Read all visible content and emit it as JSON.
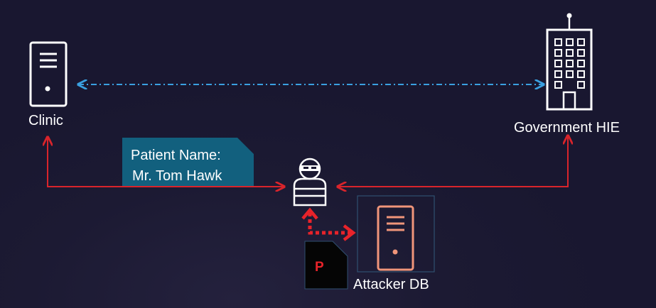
{
  "nodes": {
    "clinic": {
      "label": "Clinic",
      "icon": "server-icon"
    },
    "government": {
      "label": "Government HIE",
      "icon": "government-building-icon"
    },
    "attacker": {
      "icon": "hacker-icon"
    },
    "attacker_db": {
      "label": "Attacker DB",
      "icon": "server-icon"
    }
  },
  "packet": {
    "line1": "Patient Name:",
    "line2": "Mr. Tom Hawk"
  },
  "stolen_file": {
    "letter": "P",
    "icon": "file-icon"
  },
  "colors": {
    "background": "#1a1830",
    "white": "#ffffff",
    "red_arrow": "#d9242b",
    "blue_link": "#3aa0e0",
    "note_fill": "#12607e",
    "attacker_db_icon": "#f0957a",
    "attacker_db_border": "#2f5070"
  }
}
